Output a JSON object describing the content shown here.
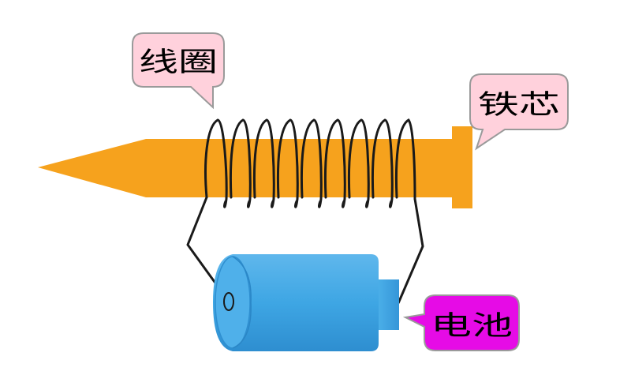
{
  "labels": {
    "coil": "线圈",
    "core": "铁芯",
    "battery": "电池"
  },
  "colors": {
    "core": "#F6A21D",
    "battery_body": "#3EA6E4",
    "battery_terminal": "#43A9E6",
    "callout_pink": "#FFD1DC",
    "callout_magenta": "#E60BE6",
    "wire": "#1a1a1a"
  }
}
